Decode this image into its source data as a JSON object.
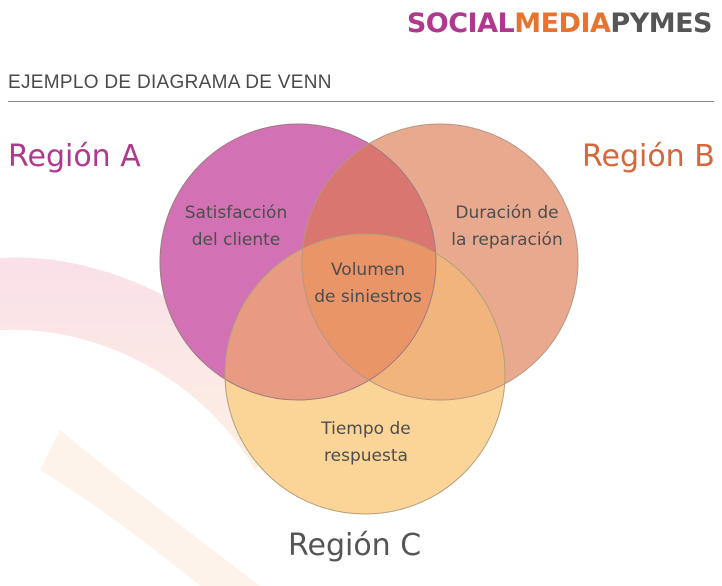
{
  "brand": {
    "part1": "SOCIAL",
    "part2": "MEDIA",
    "part3": "PYMES",
    "colors": [
      "#b0388f",
      "#e8732f",
      "#555555"
    ]
  },
  "header": {
    "title": "EJEMPLO DE DIAGRAMA DE VENN"
  },
  "venn": {
    "regions": [
      {
        "id": "A",
        "label": "Región A",
        "color": "#d272b4"
      },
      {
        "id": "B",
        "label": "Región B",
        "color": "#e9a98e"
      },
      {
        "id": "C",
        "label": "Región C",
        "color": "#fbd597"
      }
    ],
    "set_texts": {
      "a_only": [
        "Satisfacción",
        "del cliente"
      ],
      "b_only": [
        "Duración de",
        "la reparación"
      ],
      "abc": [
        "Volumen",
        "de siniestros"
      ],
      "c_only": [
        "Tiempo de",
        "respuesta"
      ]
    },
    "overlap_colors": {
      "ab": "#d8766f",
      "ac": "#e99a83",
      "bc": "#f1b47c",
      "abc": "#e99568"
    }
  }
}
